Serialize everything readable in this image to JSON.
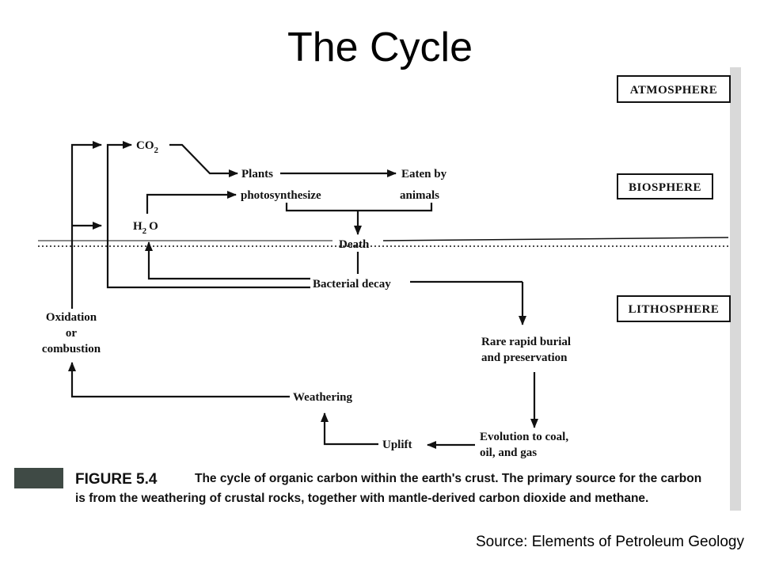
{
  "slide": {
    "title": "The Cycle",
    "source": "Source: Elements of Petroleum Geology"
  },
  "zones": {
    "atmosphere": "ATMOSPHERE",
    "biosphere": "BIOSPHERE",
    "lithosphere": "LITHOSPHERE"
  },
  "nodes": {
    "co2_main": "CO",
    "co2_sub": "2",
    "h2o_h": "H",
    "h2o_sub": "2",
    "h2o_o": "O",
    "plants": "Plants",
    "photosynthesize": "photosynthesize",
    "eaten_by": "Eaten by",
    "animals": "animals",
    "death": "Death",
    "bacterial_decay": "Bacterial decay",
    "oxidation_1": "Oxidation",
    "oxidation_2": "or",
    "oxidation_3": "combustion",
    "rare_burial_1": "Rare rapid burial",
    "rare_burial_2": "and preservation",
    "weathering": "Weathering",
    "uplift": "Uplift",
    "evolution_1": "Evolution to coal,",
    "evolution_2": "oil, and gas"
  },
  "caption": {
    "label": "FIGURE 5.4",
    "line1": "The cycle of organic carbon within the earth's crust. The primary source for the carbon",
    "line2": "is from the weathering of crustal rocks, together with mantle-derived carbon dioxide and methane."
  },
  "colors": {
    "ink": "#111111",
    "caption_bar": "#3f4a45"
  }
}
